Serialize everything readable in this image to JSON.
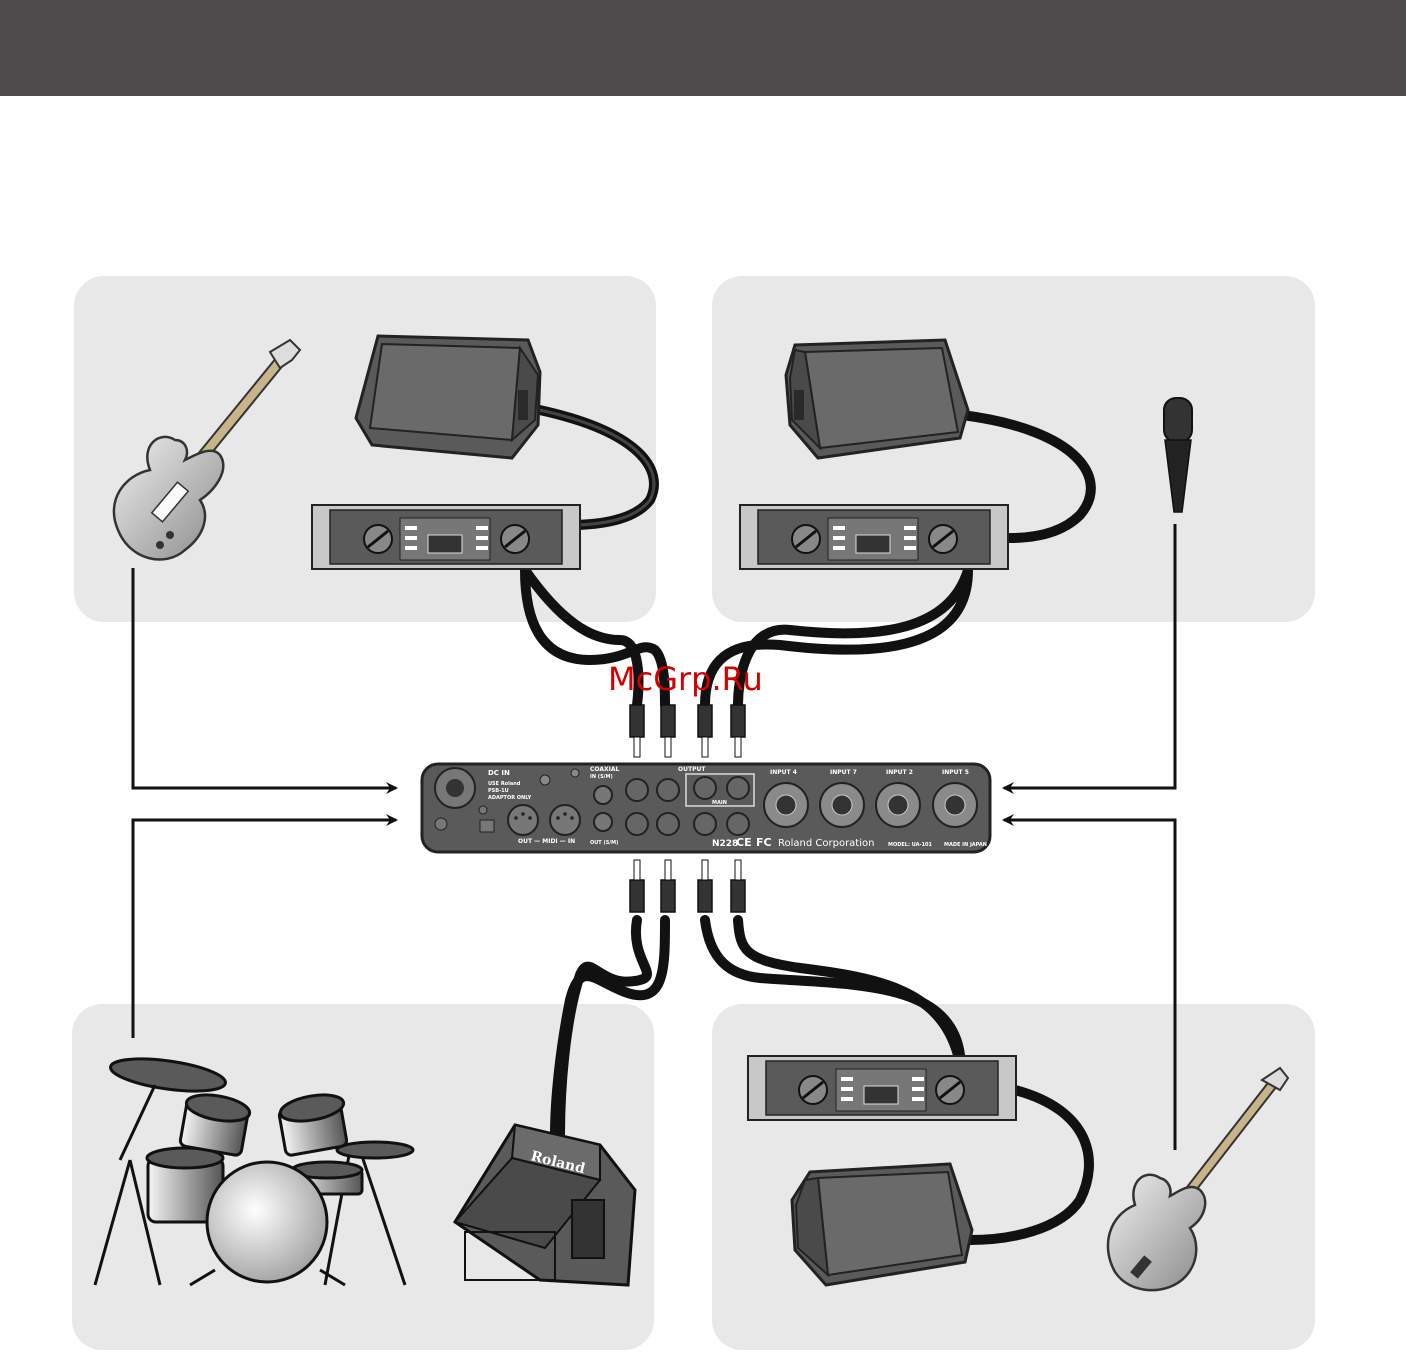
{
  "header": {
    "title": ""
  },
  "watermark": {
    "text": "McGrp.Ru",
    "color": "#d40000"
  },
  "colors": {
    "header_bg": "#4d4b4c",
    "panel_bg": "#e8e8e8",
    "device": "#5a5a5a",
    "cable": "#111111"
  },
  "interface": {
    "dc_in": "DC IN",
    "dc_note_1": "USE Roland",
    "dc_note_2": "PSB-1U",
    "dc_note_3": "ADAPTOR ONLY",
    "coaxial": "COAXIAL",
    "coaxial_in": "IN (S/M)",
    "output": "OUTPUT",
    "main": "MAIN",
    "midi": "OUT — MIDI — IN",
    "out_s_m": "OUT (S/M)",
    "input_4": "INPUT 4",
    "input_7": "INPUT 7",
    "input_2": "INPUT 2",
    "input_5": "INPUT 5",
    "model_code": "N228",
    "ce_mark": "CE",
    "fc_mark": "FC",
    "corp": "Roland Corporation",
    "model": "MODEL: UA-101",
    "made_in": "MADE IN JAPAN"
  },
  "keyboard_amp": {
    "brand": "Roland"
  },
  "icons": [
    "electric-guitar-icon",
    "stage-monitor-icon",
    "power-amplifier-icon",
    "microphone-icon",
    "drum-kit-icon",
    "keyboard-amp-icon",
    "bass-guitar-icon",
    "audio-interface-icon"
  ]
}
